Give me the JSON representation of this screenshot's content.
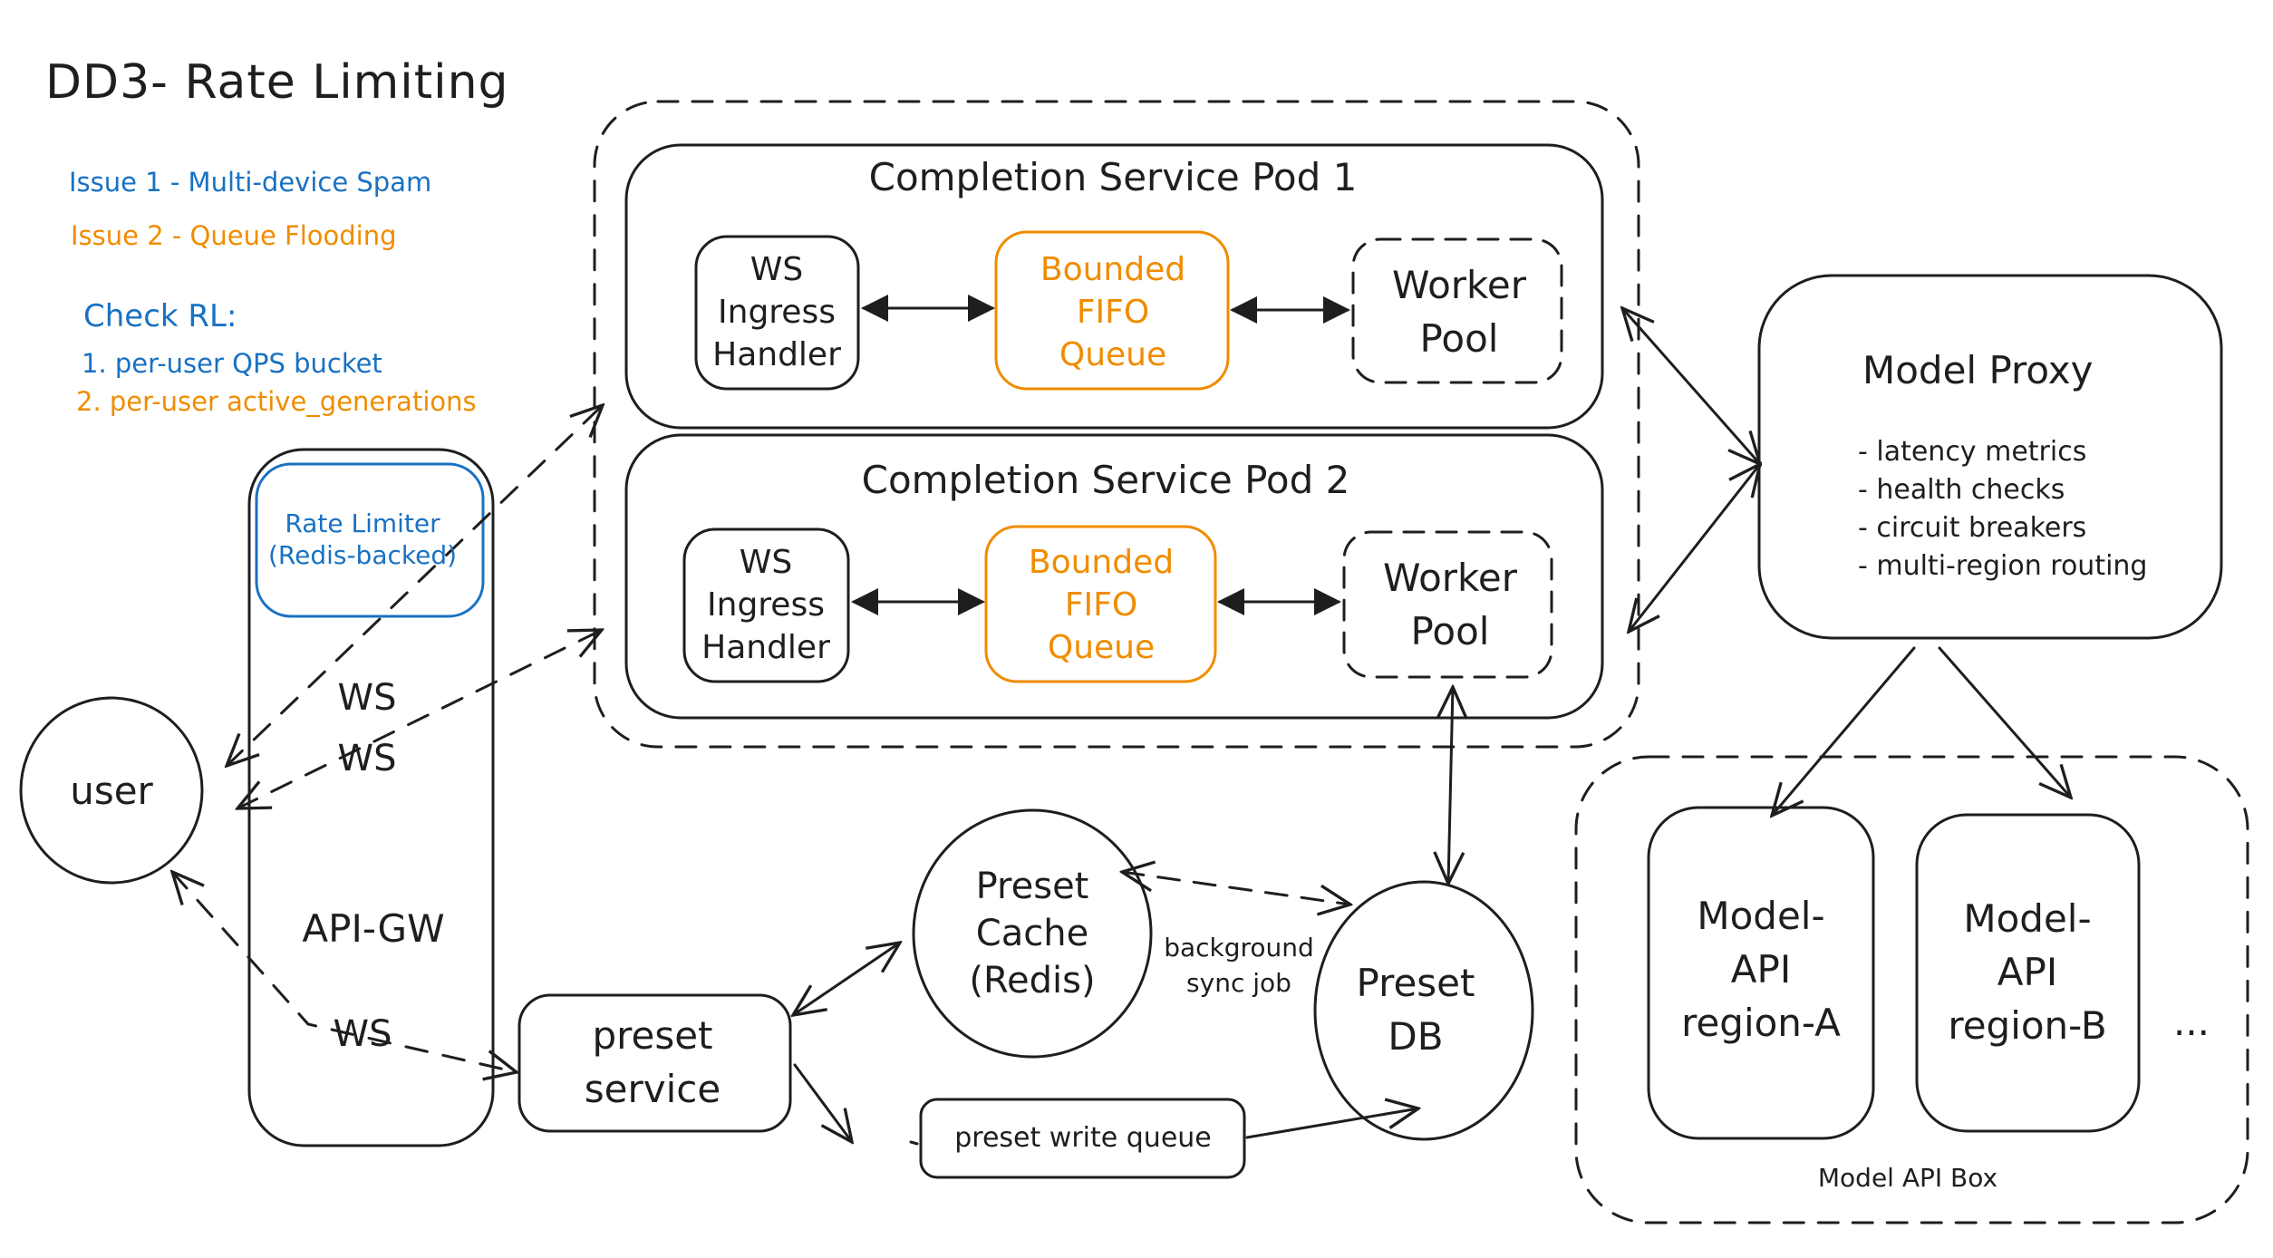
{
  "title": "DD3- Rate Limiting",
  "notes": {
    "issue1": "Issue 1 - Multi-device Spam",
    "issue2": "Issue 2 - Queue Flooding",
    "check_rl": "Check RL:",
    "check_items": [
      "1. per-user QPS bucket",
      "2. per-user active_generations"
    ]
  },
  "colors": {
    "ink": "#1e1e1e",
    "blue": "#1971c2",
    "orange": "#f08c00"
  },
  "nodes": {
    "user": "user",
    "api_gw": "API-GW",
    "rate_limiter": [
      "Rate Limiter",
      "(Redis-backed)"
    ],
    "ws_labels": [
      "WS",
      "WS",
      "WS"
    ],
    "pod1": {
      "title": "Completion Service Pod 1",
      "ingress": [
        "WS",
        "Ingress",
        "Handler"
      ],
      "queue": [
        "Bounded",
        "FIFO",
        "Queue"
      ],
      "worker": [
        "Worker",
        "Pool"
      ]
    },
    "pod2": {
      "title": "Completion Service Pod 2",
      "ingress": [
        "WS",
        "Ingress",
        "Handler"
      ],
      "queue": [
        "Bounded",
        "FIFO",
        "Queue"
      ],
      "worker": [
        "Worker",
        "Pool"
      ]
    },
    "model_proxy": {
      "title": "Model Proxy",
      "features": [
        "- latency metrics",
        "- health checks",
        "- circuit breakers",
        "- multi-region routing"
      ]
    },
    "model_api_box": {
      "label": "Model API Box",
      "region_a": [
        "Model-",
        "API",
        "region-A"
      ],
      "region_b": [
        "Model-",
        "API",
        "region-B"
      ],
      "more": "..."
    },
    "preset_service": [
      "preset",
      "service"
    ],
    "preset_cache": [
      "Preset",
      "Cache",
      "(Redis)"
    ],
    "preset_db": [
      "Preset",
      "DB"
    ],
    "preset_write_queue": "preset write queue",
    "sync_label": [
      "background",
      "sync job"
    ]
  }
}
